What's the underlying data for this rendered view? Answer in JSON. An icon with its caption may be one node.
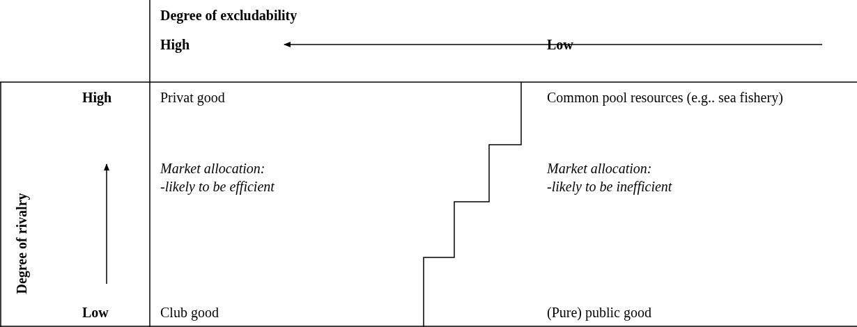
{
  "diagram": {
    "labels": [
      "Degree of excludability",
      "High",
      "Low",
      "High",
      "Privat good",
      "Common pool resources (e.g.. sea fishery)",
      "Degree of rivalry",
      "Market allocation:",
      "-likely to be efficient",
      "Market allocation:",
      "-likely to be inefficient",
      "Low",
      "Club good",
      "(Pure) public good"
    ]
  }
}
